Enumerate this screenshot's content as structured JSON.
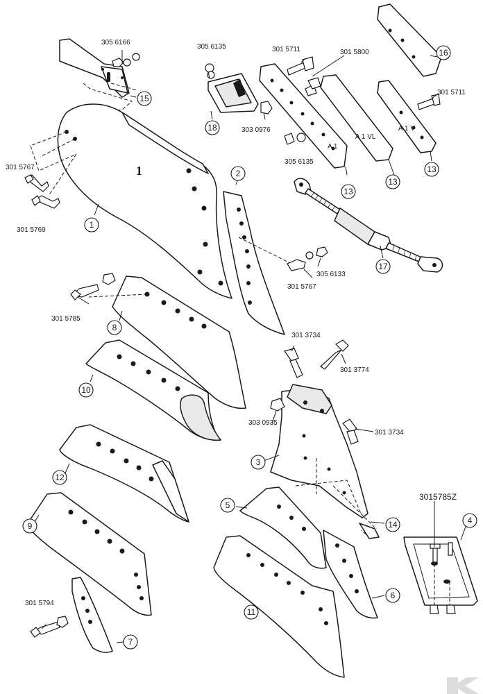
{
  "diagram": {
    "part_label": "1",
    "callouts": [
      "1",
      "2",
      "3",
      "4",
      "5",
      "6",
      "7",
      "8",
      "9",
      "10",
      "11",
      "12",
      "13",
      "13",
      "13",
      "14",
      "15",
      "16",
      "17",
      "18"
    ],
    "part_numbers": {
      "p3056166": "305 6166",
      "p3056135a": "305 6135",
      "p3015711a": "301 5711",
      "p3015800": "301 5800",
      "p3030976": "303 0976",
      "p3056135b": "305 6135",
      "p3015711b": "301 5711",
      "p3015767a": "301 5767",
      "p3015769": "301 5769",
      "p3015767b": "301 5767",
      "p3056133": "305 6133",
      "p3015785": "301 5785",
      "p3013734a": "301 3734",
      "p3013774": "301 3774",
      "p3030935": "303 0935",
      "p3013734b": "301 3734",
      "p3015785Z": "3015785Z",
      "p3015794": "301 5794"
    },
    "stamps": {
      "a1": "A 1",
      "a1vl": "A 1 VL",
      "a1v": "A 1 V"
    }
  }
}
